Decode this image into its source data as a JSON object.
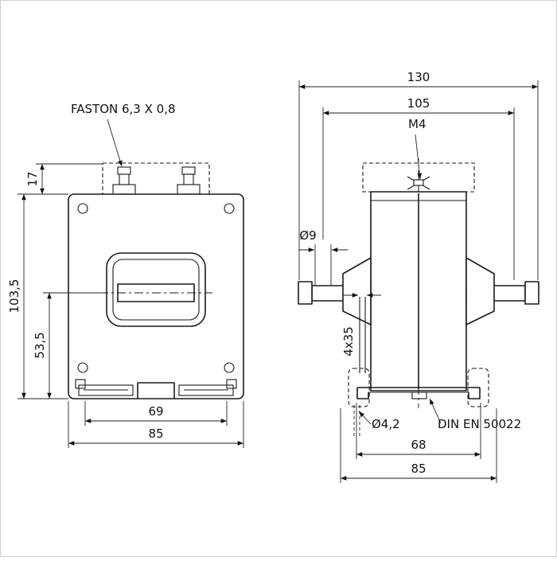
{
  "labels": {
    "faston": "FASTON 6,3 X 0,8",
    "m4": "M4",
    "dia9": "Ø9",
    "slot": "4x35",
    "dia42": "Ø4,2",
    "din_rail": "DIN EN 50022"
  },
  "dimensions": {
    "front": {
      "terminal_height": "17",
      "total_height": "103,5",
      "lower_height": "53,5",
      "foot_span": "69",
      "body_width": "85"
    },
    "side": {
      "overall_width": "130",
      "hole_spacing": "105",
      "base_inner": "68",
      "base_outer": "85"
    }
  }
}
